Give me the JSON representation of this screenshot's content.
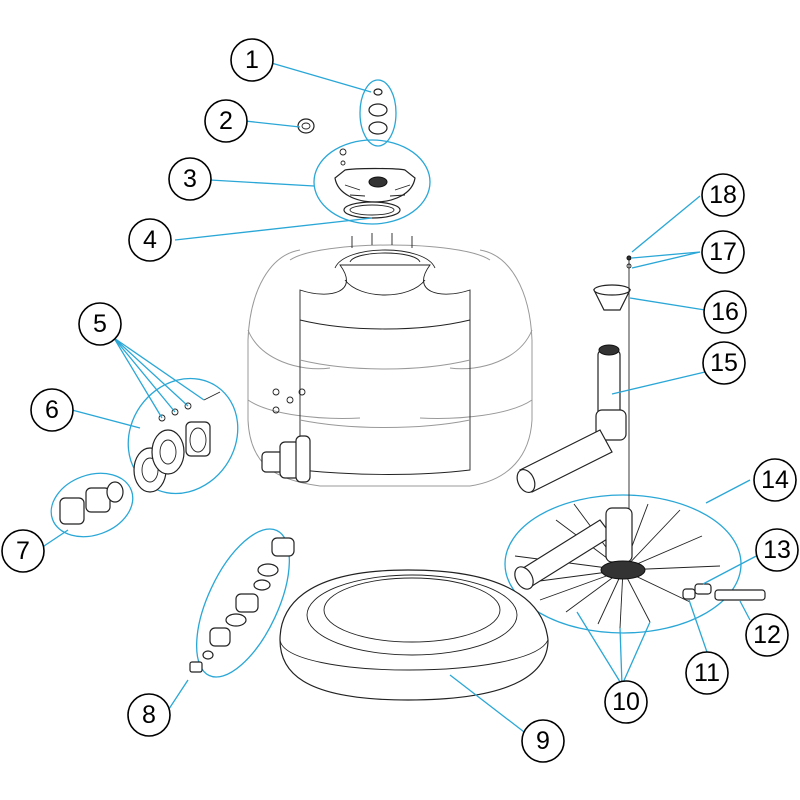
{
  "diagram": {
    "accent_color": "#2aa7d6",
    "line_color": "#222222",
    "callouts": [
      {
        "id": "1",
        "label": "1"
      },
      {
        "id": "2",
        "label": "2"
      },
      {
        "id": "3",
        "label": "3"
      },
      {
        "id": "4",
        "label": "4"
      },
      {
        "id": "5",
        "label": "5"
      },
      {
        "id": "6",
        "label": "6"
      },
      {
        "id": "7",
        "label": "7"
      },
      {
        "id": "8",
        "label": "8"
      },
      {
        "id": "9",
        "label": "9"
      },
      {
        "id": "10",
        "label": "10"
      },
      {
        "id": "11",
        "label": "11"
      },
      {
        "id": "12",
        "label": "12"
      },
      {
        "id": "13",
        "label": "13"
      },
      {
        "id": "14",
        "label": "14"
      },
      {
        "id": "15",
        "label": "15"
      },
      {
        "id": "16",
        "label": "16"
      },
      {
        "id": "17",
        "label": "17"
      },
      {
        "id": "18",
        "label": "18"
      }
    ]
  }
}
